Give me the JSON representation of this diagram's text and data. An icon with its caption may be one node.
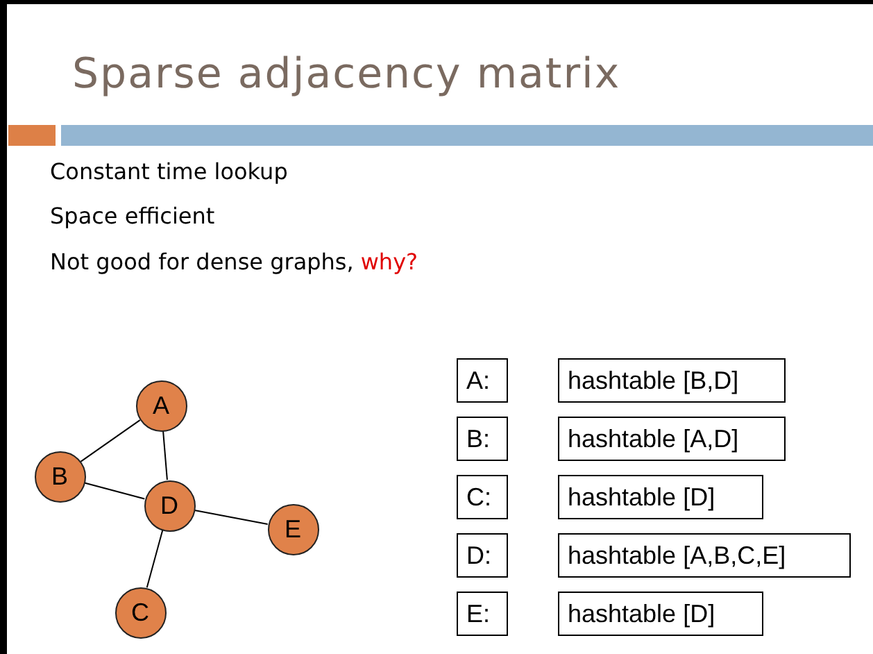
{
  "diagram": {
    "title": "Sparse adjacency matrix",
    "nodes": [
      {
        "text": [
          "A"
        ]
      },
      {
        "text": [
          "B"
        ]
      },
      {
        "text": [
          "D"
        ]
      },
      {
        "text": [
          "E"
        ]
      },
      {
        "text": [
          "C"
        ]
      },
      {
        "text": [
          "A:"
        ]
      },
      {
        "text": [
          "hashtable [B,D]"
        ]
      },
      {
        "text": [
          "B:"
        ]
      },
      {
        "text": [
          "hashtable [A,D]"
        ]
      },
      {
        "text": [
          "C:"
        ]
      },
      {
        "text": [
          "hashtable [D]"
        ]
      },
      {
        "text": [
          "D:"
        ]
      },
      {
        "text": [
          "hashtable [A,B,C,E]"
        ]
      },
      {
        "text": [
          "E:"
        ]
      },
      {
        "text": [
          "hashtable [D]"
        ]
      }
    ],
    "edges": [
      {
        "from": 0,
        "to": 1,
        "arrow": "none"
      },
      {
        "from": 0,
        "to": 2,
        "arrow": "none"
      },
      {
        "from": 1,
        "to": 2,
        "arrow": "none"
      },
      {
        "from": 2,
        "to": 3,
        "arrow": "none"
      },
      {
        "from": 2,
        "to": 4,
        "arrow": "none"
      }
    ],
    "labels": [
      "Constant time lookup",
      "Space efficient",
      "Not good for dense graphs,",
      "why?"
    ]
  }
}
